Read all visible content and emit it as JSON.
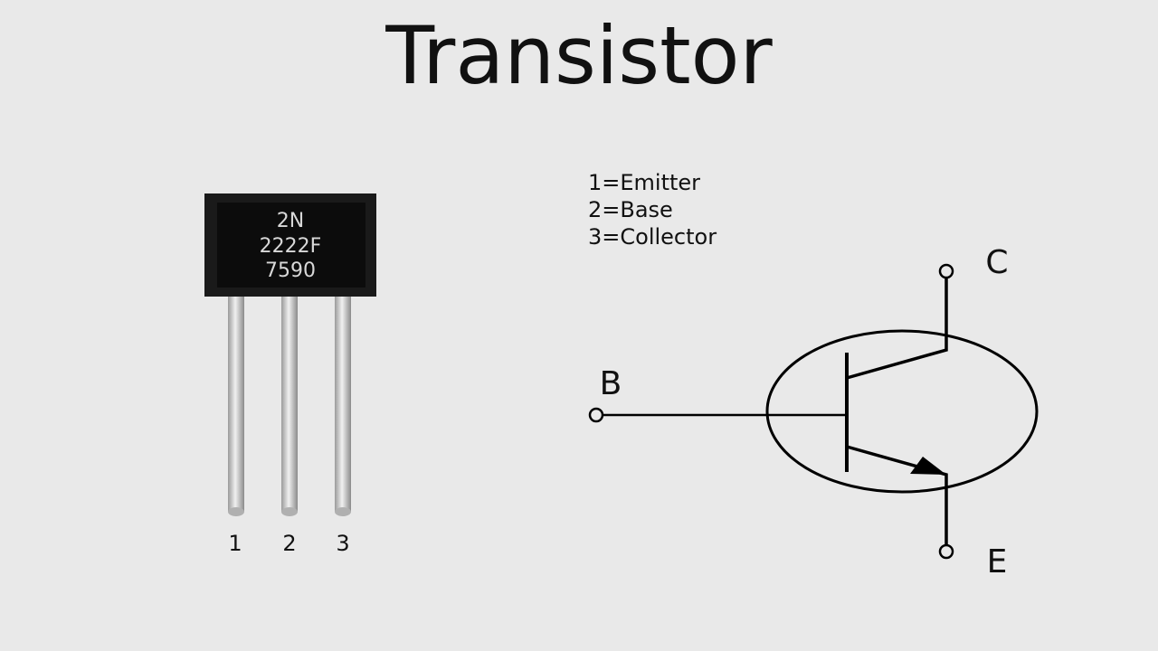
{
  "title": "Transistor",
  "package_marking": [
    "2N",
    "2222F",
    "7590"
  ],
  "pin_numbers": [
    "1",
    "2",
    "3"
  ],
  "legend": [
    "1=Emitter",
    "2=Base",
    "3=Collector"
  ],
  "terminals": {
    "base": "B",
    "collector": "C",
    "emitter": "E"
  }
}
